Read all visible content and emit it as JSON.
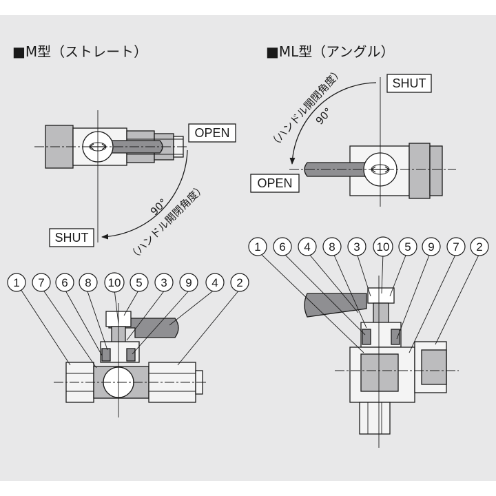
{
  "left": {
    "title": "■M型（ストレート）",
    "open_label": "OPEN",
    "shut_label": "SHUT",
    "angle": "90°",
    "angle_caption": "（ハンドル開閉角度）",
    "parts": [
      "1",
      "7",
      "6",
      "8",
      "10",
      "5",
      "3",
      "9",
      "4",
      "2"
    ]
  },
  "right": {
    "title": "■ML型（アングル）",
    "open_label": "OPEN",
    "shut_label": "SHUT",
    "angle": "90°",
    "angle_caption": "（ハンドル開閉角度）",
    "parts": [
      "1",
      "6",
      "4",
      "8",
      "3",
      "10",
      "5",
      "9",
      "7",
      "2"
    ]
  }
}
